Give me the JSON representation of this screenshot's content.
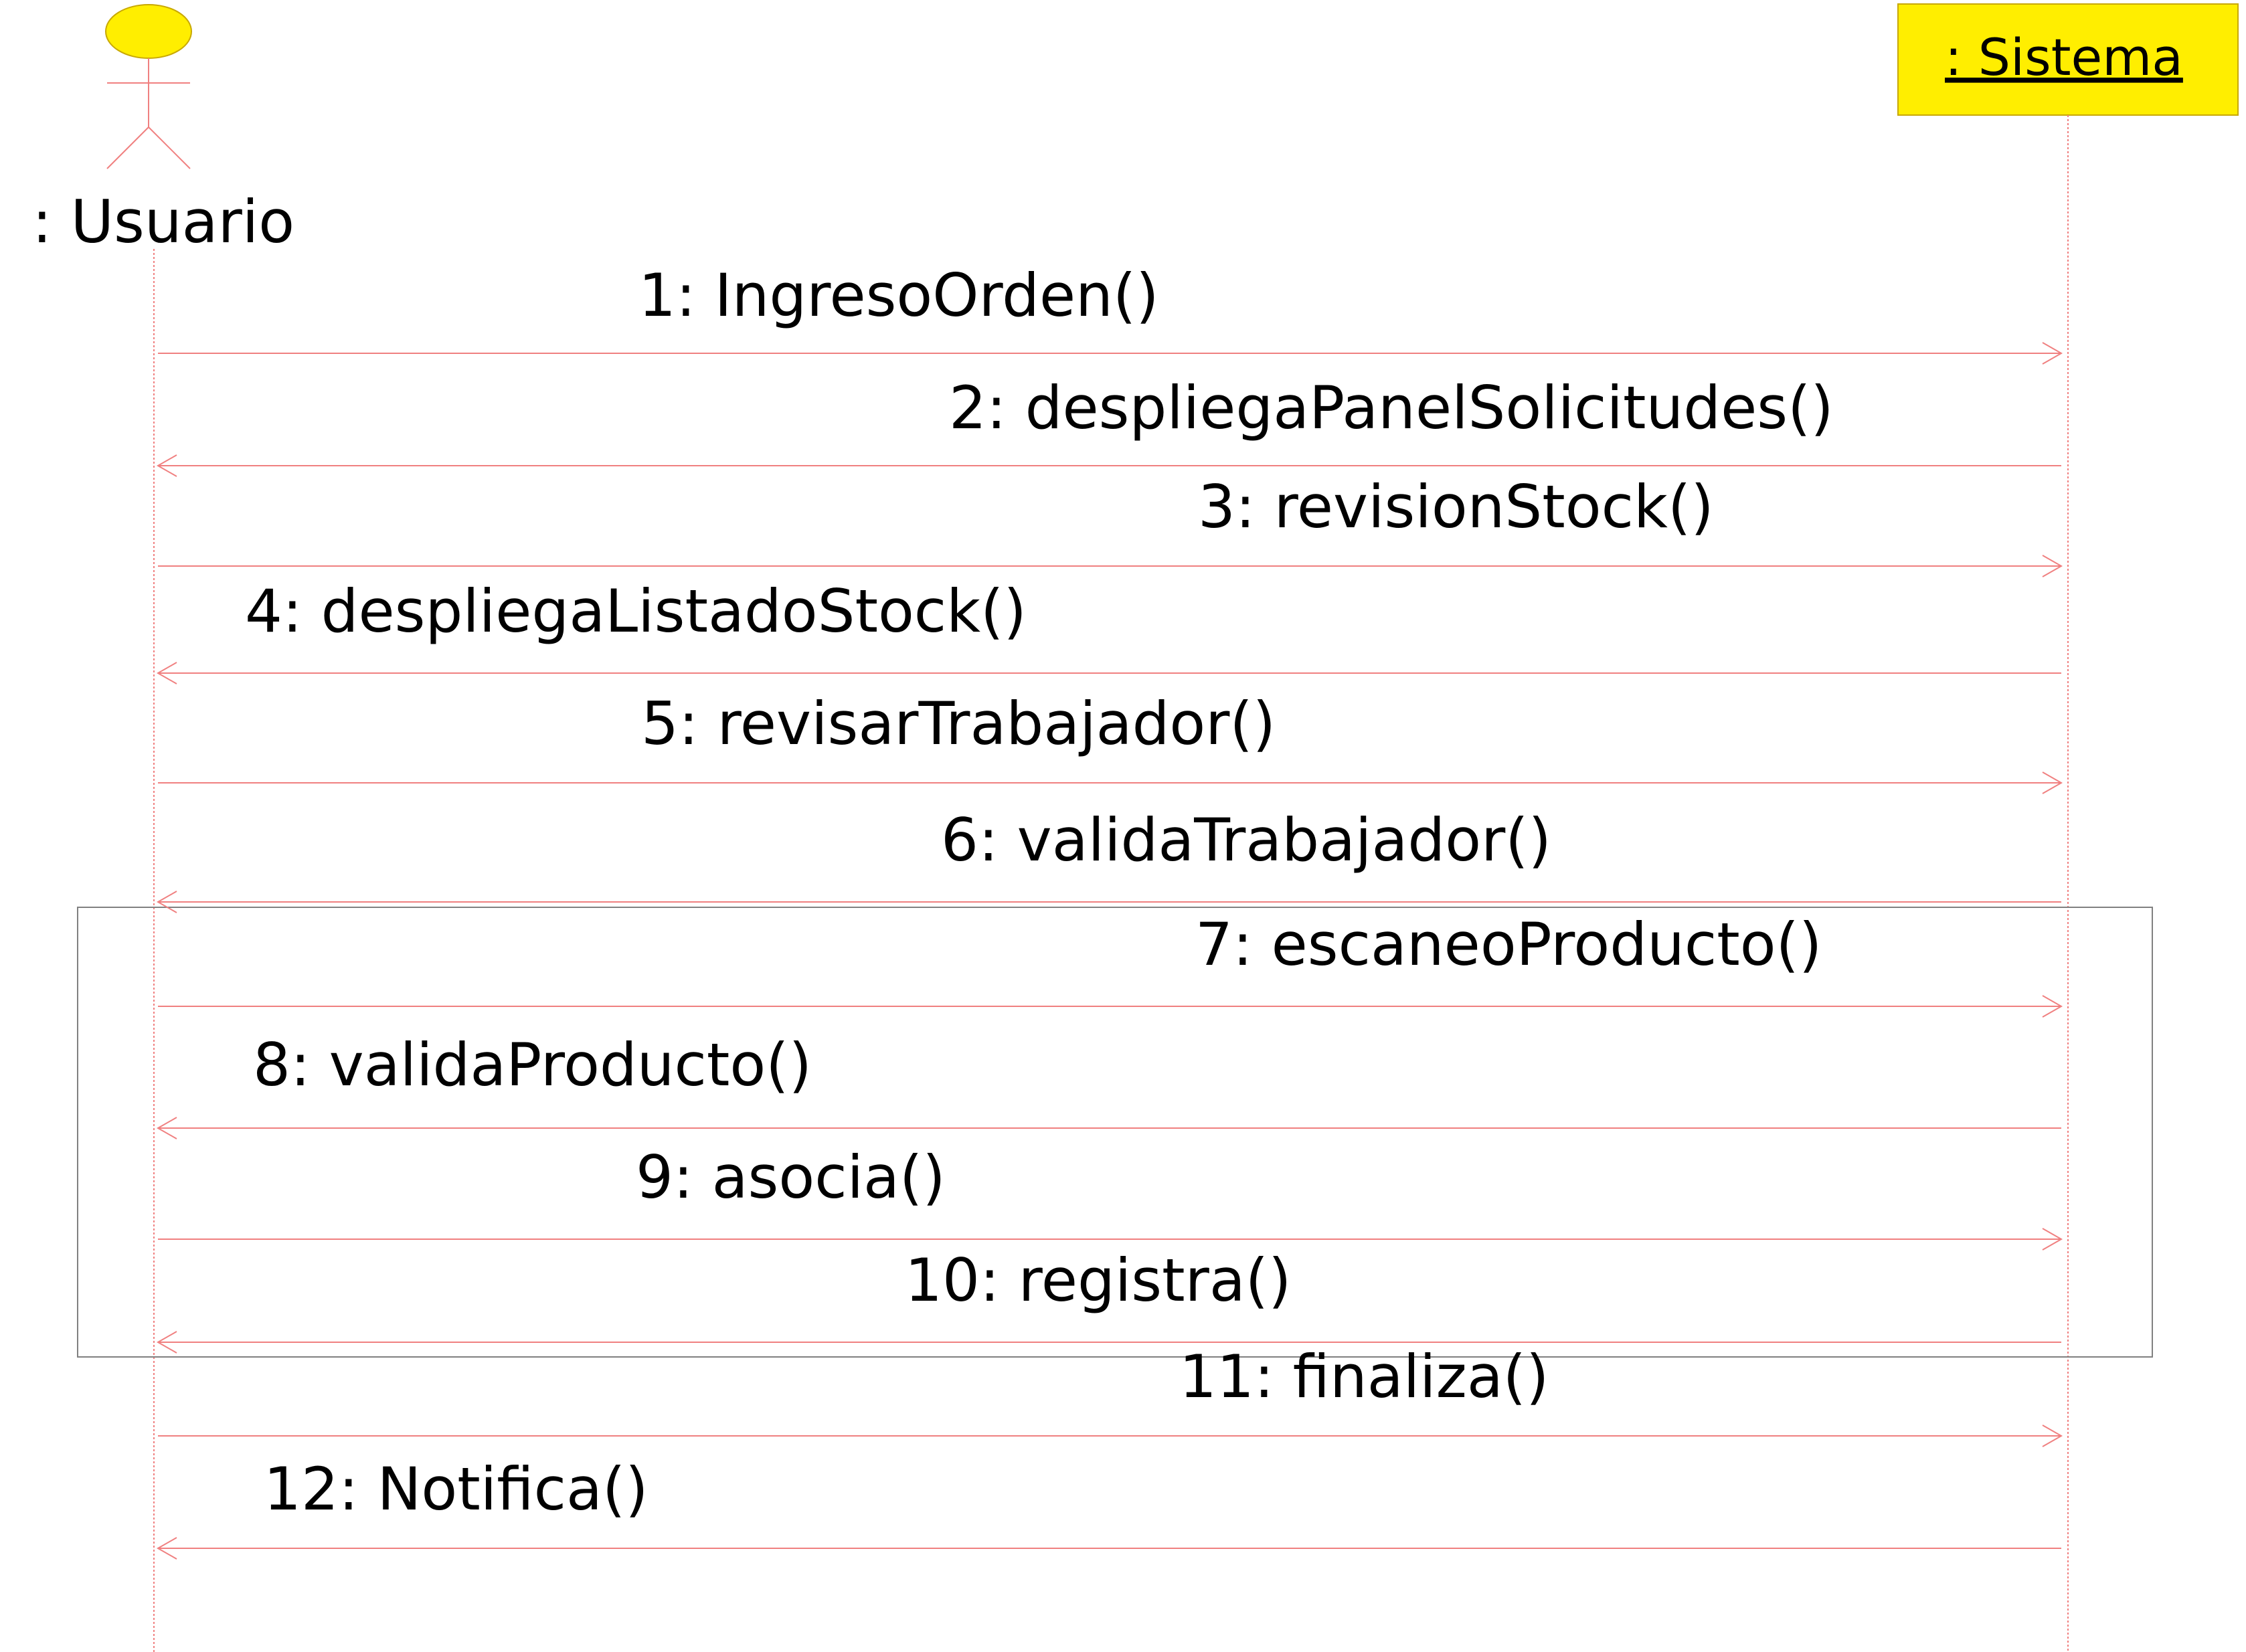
{
  "actor": {
    "label": ": Usuario",
    "icon": "stick-figure-icon",
    "head_color": "#ffee00"
  },
  "system": {
    "label": ": Sistema",
    "fill_color": "#ffee00"
  },
  "colors": {
    "line": "#f08080",
    "box_border": "#808080",
    "text": "#000000"
  },
  "messages": [
    {
      "label": "1: IngresoOrden()",
      "direction": "to-system"
    },
    {
      "label": "2: despliegaPanelSolicitudes()",
      "direction": "to-actor"
    },
    {
      "label": "3: revisionStock()",
      "direction": "to-system"
    },
    {
      "label": "4: despliegaListadoStock()",
      "direction": "to-actor"
    },
    {
      "label": "5: revisarTrabajador()",
      "direction": "to-system"
    },
    {
      "label": "6: validaTrabajador()",
      "direction": "to-actor"
    },
    {
      "label": "7: escaneoProducto()",
      "direction": "to-system"
    },
    {
      "label": "8: validaProducto()",
      "direction": "to-actor"
    },
    {
      "label": "9: asocia()",
      "direction": "to-system"
    },
    {
      "label": "10: registra()",
      "direction": "to-actor"
    },
    {
      "label": "11: finaliza()",
      "direction": "to-system"
    },
    {
      "label": "12: Notifica()",
      "direction": "to-actor"
    }
  ]
}
